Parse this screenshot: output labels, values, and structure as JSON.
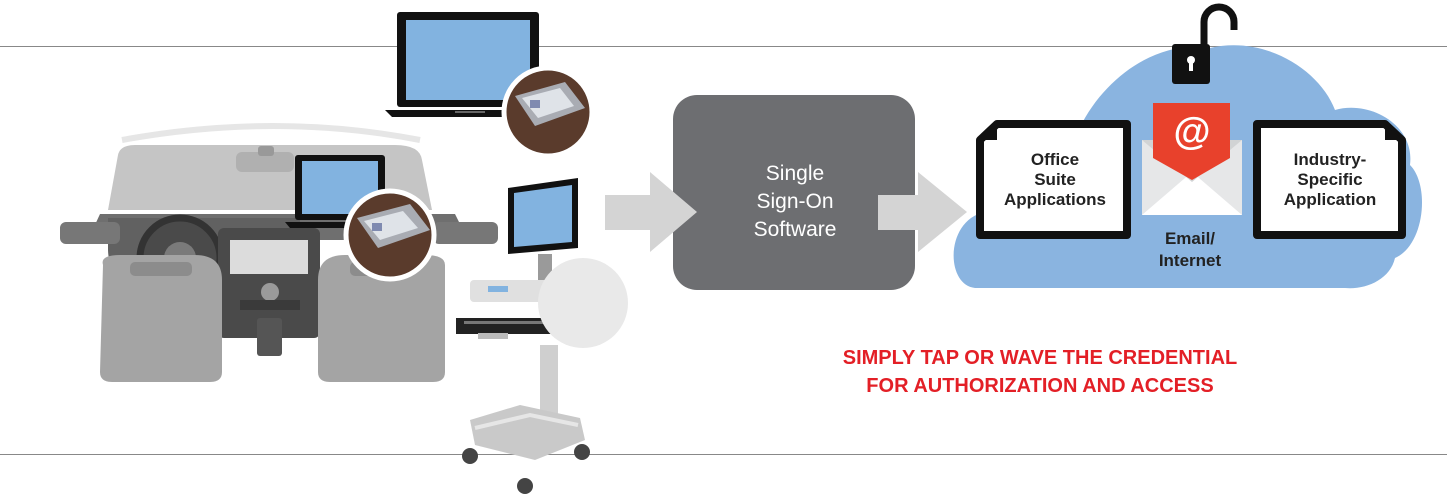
{
  "sso": {
    "label": "Single\nSign-On\nSoftware"
  },
  "apps": {
    "office": "Office\nSuite\nApplications",
    "industry": "Industry-\nSpecific\nApplication",
    "email": "Email/\nInternet",
    "email_symbol": "@"
  },
  "tagline": "SIMPLY TAP OR WAVE THE CREDENTIAL\nFOR AUTHORIZATION AND ACCESS",
  "colors": {
    "accent": "#e31f26",
    "cloud": "#8ab4e0",
    "sso_box": "#6d6e71",
    "screen": "#82b3e0",
    "arrow": "#d4d4d4"
  },
  "icons": [
    "laptop-icon",
    "badge-reader-icon",
    "car-dashboard-icon",
    "medical-cart-icon",
    "arrow-right-icon",
    "cloud-icon",
    "padlock-open-icon",
    "envelope-icon",
    "document-icon"
  ]
}
